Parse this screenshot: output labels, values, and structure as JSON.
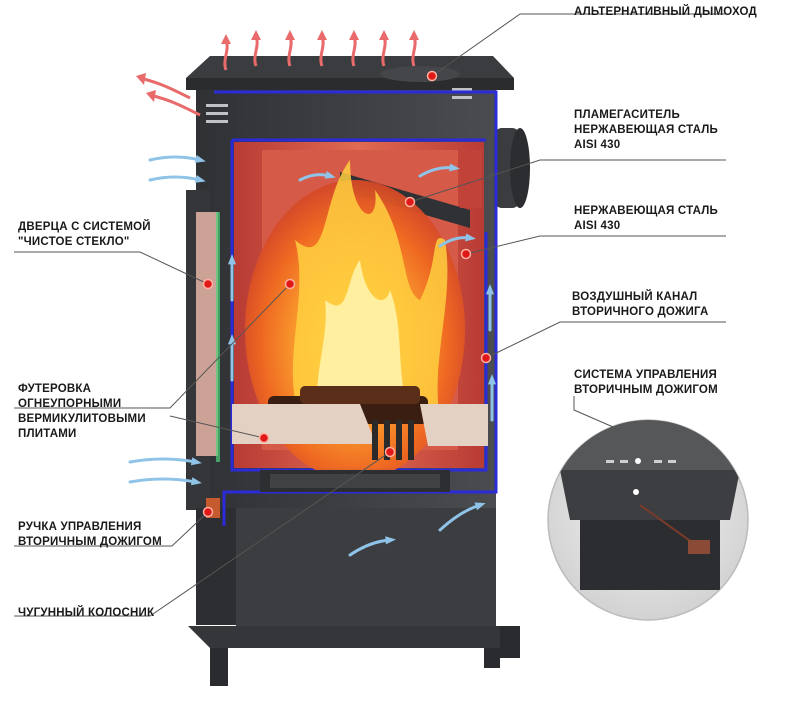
{
  "labels": {
    "alt_chimney": [
      "АЛЬТЕРНАТИВНЫЙ ДЫМОХОД"
    ],
    "flame_damper": [
      "ПЛАМЕГАСИТЕЛЬ",
      "НЕРЖАВЕЮЩАЯ СТАЛЬ",
      "AISI 430"
    ],
    "stainless_steel": [
      "НЕРЖАВЕЮЩАЯ СТАЛЬ",
      "AISI 430"
    ],
    "air_channel": [
      "ВОЗДУШНЫЙ КАНАЛ",
      "ВТОРИЧНОГО ДОЖИГА"
    ],
    "control_system": [
      "СИСТЕМА УПРАВЛЕНИЯ",
      "ВТОРИЧНЫМ ДОЖИГОМ"
    ],
    "door": [
      "ДВЕРЦА С СИСТЕМОЙ",
      "\"ЧИСТОЕ СТЕКЛО\""
    ],
    "lining": [
      "ФУТЕРОВКА",
      "ОГНЕУПОРНЫМИ",
      "ВЕРМИКУЛИТОВЫМИ",
      "ПЛИТАМИ"
    ],
    "handle": [
      "РУЧКА УПРАВЛЕНИЯ",
      "ВТОРИЧНЫМ ДОЖИГОМ"
    ],
    "grate": [
      "ЧУГУННЫЙ КОЛОСНИК"
    ]
  },
  "colors": {
    "stove_body": "#3d3f42",
    "stove_dark": "#2a2b2d",
    "cut_outline": "#2b2bd9",
    "firebox_lining": "#c94a3c",
    "vermiculite": "#e3d2c4",
    "hot_air_arrow": "#e86a6a",
    "cold_air_arrow": "#8fc3e8",
    "marker": "#e01818",
    "leader_line": "#555555"
  },
  "icons": [
    "hot-air-arrow-icon",
    "cold-air-arrow-icon",
    "callout-marker-icon",
    "flame-icon",
    "zoom-circle"
  ]
}
